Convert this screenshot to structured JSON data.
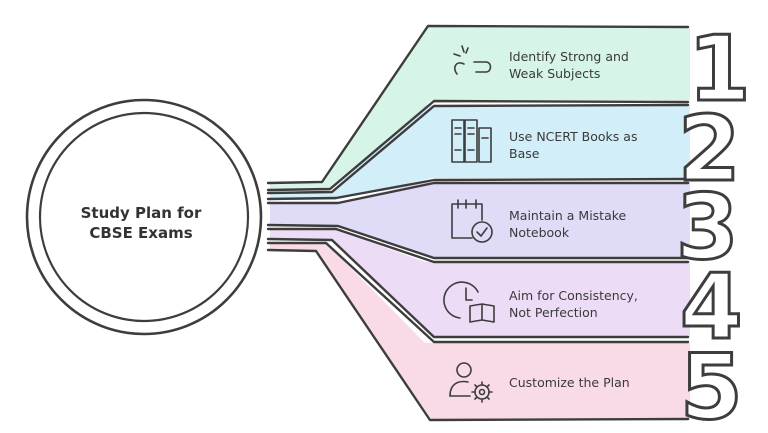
{
  "hub": {
    "title_line1": "Study Plan for",
    "title_line2": "CBSE Exams"
  },
  "steps": [
    {
      "number": "1",
      "line1": "Identify Strong and",
      "line2": "Weak Subjects",
      "icon": "broken-link-icon",
      "color": "#d6f5e6"
    },
    {
      "number": "2",
      "line1": "Use NCERT Books as",
      "line2": "Base",
      "icon": "books-icon",
      "color": "#d2eef9"
    },
    {
      "number": "3",
      "line1": "Maintain a Mistake",
      "line2": "Notebook",
      "icon": "calendar-check-icon",
      "color": "#e0dcf7"
    },
    {
      "number": "4",
      "line1": "Aim for Consistency,",
      "line2": "Not Perfection",
      "icon": "clock-book-icon",
      "color": "#ecdcf5"
    },
    {
      "number": "5",
      "line1": "Customize the Plan",
      "line2": "",
      "icon": "user-gear-icon",
      "color": "#f9dbe8"
    }
  ]
}
